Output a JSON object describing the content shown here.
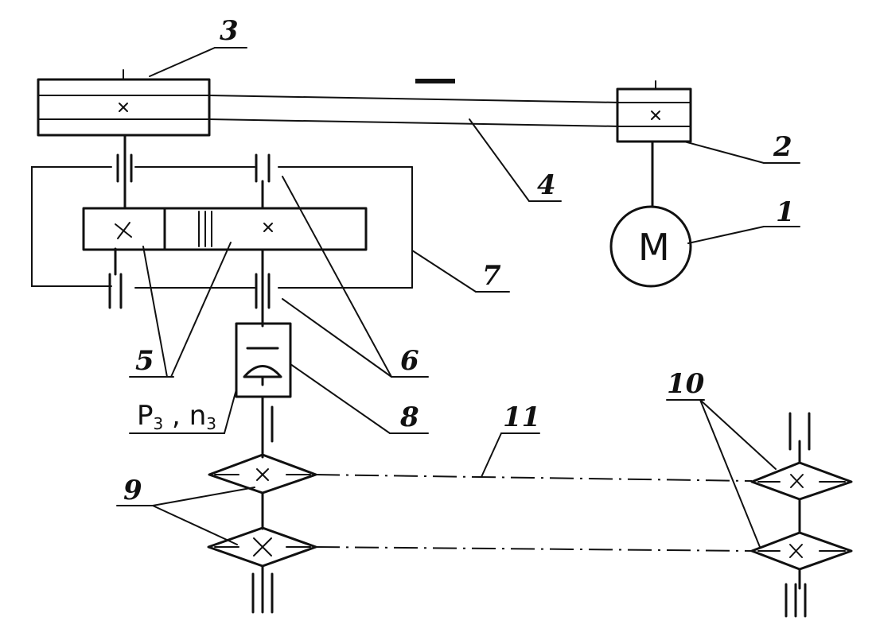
{
  "labels": {
    "l1": "1",
    "l2": "2",
    "l3": "3",
    "l4": "4",
    "l5": "5",
    "l6": "6",
    "l7": "7",
    "l8": "8",
    "l9": "9",
    "l10": "10",
    "l11": "11"
  },
  "power_label": {
    "p": "P",
    "p_sub": "3",
    "sep": " , ",
    "n": "n",
    "n_sub": "3"
  },
  "motor_symbol": "M",
  "belt_direction_mark": "—"
}
